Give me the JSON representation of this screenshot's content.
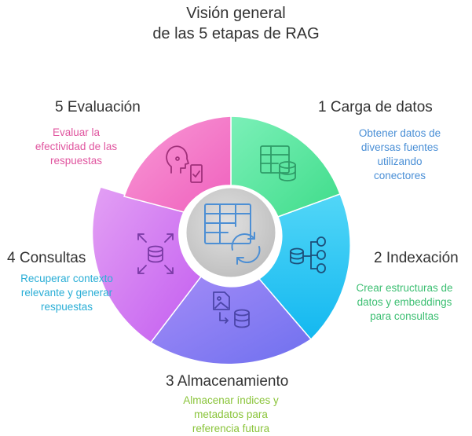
{
  "title": {
    "line1": "Visión general",
    "line2": "de las 5 etapas de RAG"
  },
  "stages": [
    {
      "id": 1,
      "title": "1 Carga de datos",
      "desc": [
        "Obtener datos de",
        "diversas fuentes",
        "utilizando",
        "conectores"
      ],
      "color": "#5ee6a0",
      "text_color": "#4a8fd6",
      "icon": "database-table-icon"
    },
    {
      "id": 2,
      "title": "2 Indexación",
      "desc": [
        "Crear estructuras de",
        "datos y embeddings",
        "para consultas"
      ],
      "color": "#29c9f2",
      "text_color": "#3cbf72",
      "icon": "database-tree-icon"
    },
    {
      "id": 3,
      "title": "3 Almacenamiento",
      "desc": [
        "Almacenar índices y",
        "metadatos para",
        "referencia futura"
      ],
      "color": "#8f7cf4",
      "text_color": "#8ac43a",
      "icon": "image-database-icon"
    },
    {
      "id": 4,
      "title": "4 Consultas",
      "desc": [
        "Recuperar contexto",
        "relevante y generar",
        "respuestas"
      ],
      "color": "#cf7cf0",
      "text_color": "#2aaed6",
      "icon": "database-expand-icon"
    },
    {
      "id": 5,
      "title": "5 Evaluación",
      "desc": [
        "Evaluar la",
        "efectividad de las",
        "respuestas"
      ],
      "color": "#f478c8",
      "text_color": "#e0559f",
      "icon": "person-checklist-icon"
    }
  ],
  "center": {
    "icon": "table-sync-icon",
    "color": "#c9c9c9"
  }
}
